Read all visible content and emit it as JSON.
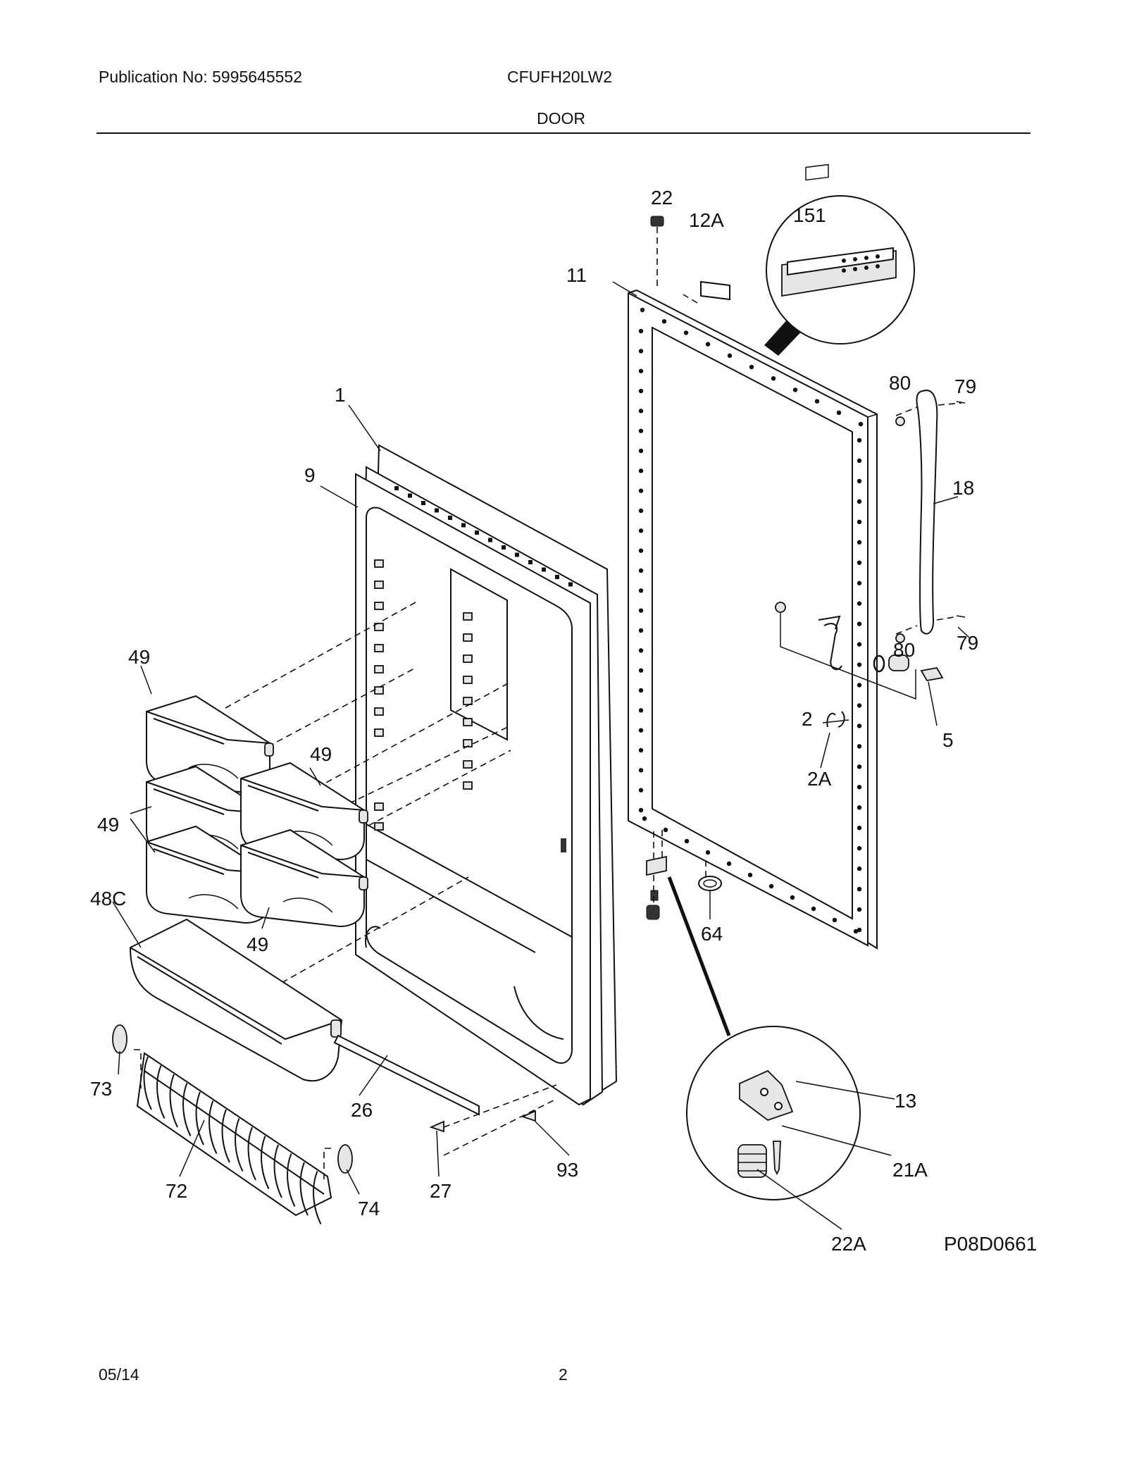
{
  "header": {
    "publication": "Publication No: 5995645552",
    "model": "CFUFH20LW2",
    "section": "DOOR"
  },
  "footer": {
    "date": "05/14",
    "page": "2"
  },
  "diagram_code": "P08D0661",
  "callouts": {
    "c22": "22",
    "c12A": "12A",
    "c151": "151",
    "c11": "11",
    "c1": "1",
    "c9": "9",
    "c80a": "80",
    "c79a": "79",
    "c18": "18",
    "c80b": "80",
    "c79b": "79",
    "c2": "2",
    "c5": "5",
    "c2A": "2A",
    "c49a": "49",
    "c49b": "49",
    "c49c": "49",
    "c49d": "49",
    "c48C": "48C",
    "c64": "64",
    "c73": "73",
    "c26": "26",
    "c93": "93",
    "c27": "27",
    "c72": "72",
    "c74": "74",
    "c13": "13",
    "c21A": "21A",
    "c22A": "22A"
  }
}
